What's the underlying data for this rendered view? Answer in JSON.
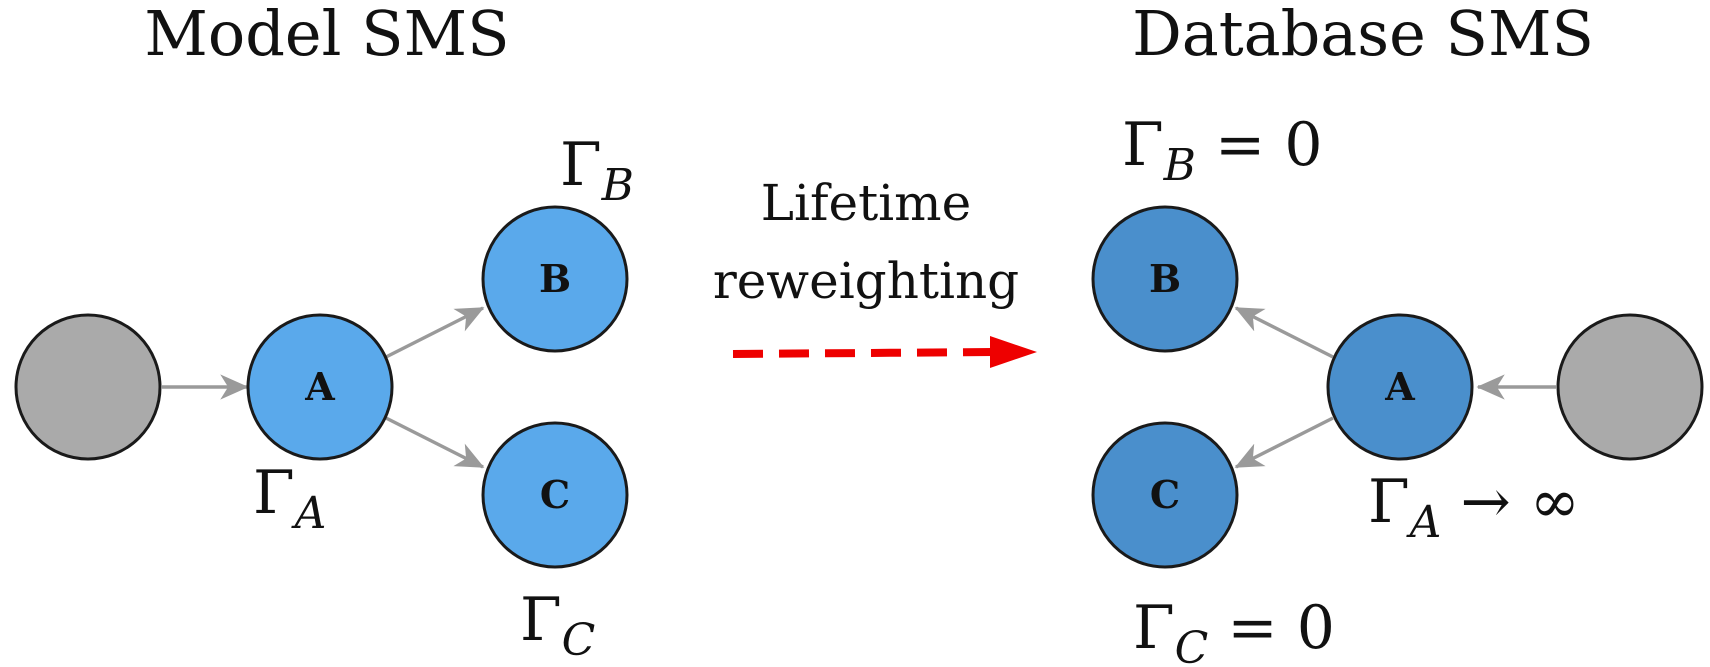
{
  "titles": {
    "left": "Model SMS",
    "right": "Database SMS"
  },
  "transition": {
    "line1": "Lifetime",
    "line2": "reweighting"
  },
  "colors": {
    "source_node": "#aaaaaa",
    "model_node": "#5aa9eb",
    "database_node": "#4a8fcc",
    "edge": "#9a9a9a",
    "transition_arrow": "#ee0000"
  },
  "model": {
    "nodes": {
      "a": "A",
      "b": "B",
      "c": "C"
    },
    "widths": {
      "a": {
        "symbol": "Γ",
        "sub": "A",
        "rel": ""
      },
      "b": {
        "symbol": "Γ",
        "sub": "B",
        "rel": ""
      },
      "c": {
        "symbol": "Γ",
        "sub": "C",
        "rel": ""
      }
    }
  },
  "database": {
    "nodes": {
      "a": "A",
      "b": "B",
      "c": "C"
    },
    "widths": {
      "a": {
        "symbol": "Γ",
        "sub": "A",
        "rel": " → ∞"
      },
      "b": {
        "symbol": "Γ",
        "sub": "B",
        "rel": " = 0"
      },
      "c": {
        "symbol": "Γ",
        "sub": "C",
        "rel": " = 0"
      }
    }
  }
}
